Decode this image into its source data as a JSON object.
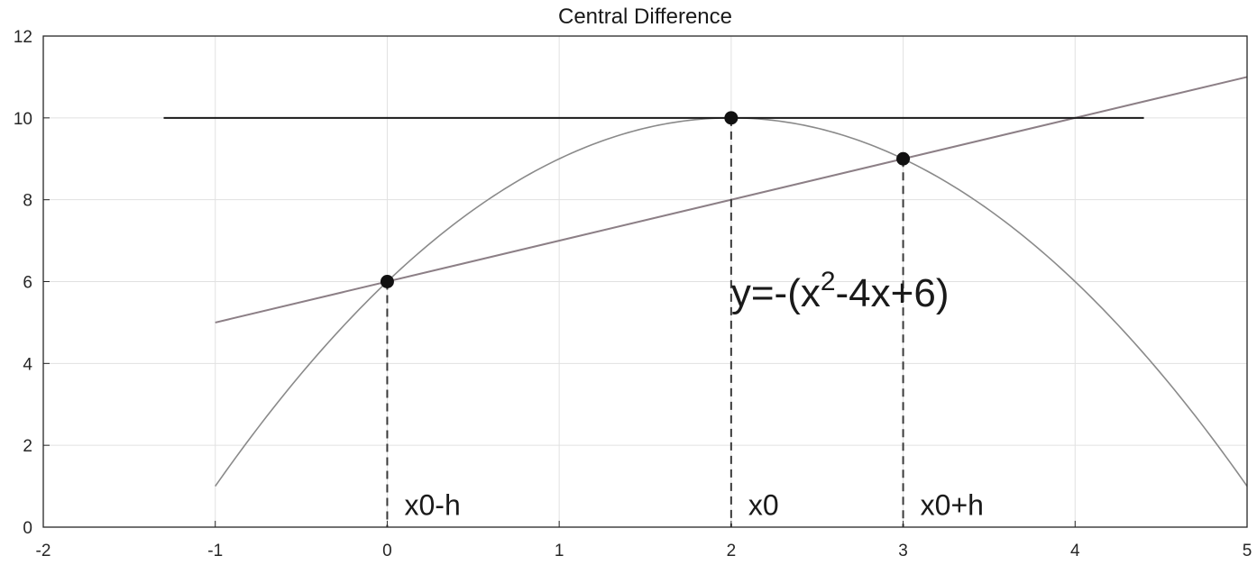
{
  "chart_data": {
    "type": "line",
    "title": "Central Difference",
    "xlabel": "",
    "ylabel": "",
    "xlim": [
      -2,
      5
    ],
    "ylim": [
      0,
      12
    ],
    "xticks": [
      -2,
      -1,
      0,
      1,
      2,
      3,
      4,
      5
    ],
    "yticks": [
      0,
      2,
      4,
      6,
      8,
      10,
      12
    ],
    "xtick_labels": [
      "-2",
      "-1",
      "0",
      "1",
      "2",
      "3",
      "4",
      "5"
    ],
    "ytick_labels": [
      "0",
      "2",
      "4",
      "6",
      "8",
      "10",
      "12"
    ],
    "grid": true,
    "series": [
      {
        "style": "curve",
        "color": "#8a8a8a",
        "function": "-(x^2-4x+6)+12",
        "x_range": [
          -1,
          5
        ]
      },
      {
        "style": "line",
        "color": "#8c7f86",
        "points": [
          [
            -1,
            5
          ],
          [
            5,
            11
          ]
        ]
      },
      {
        "style": "line",
        "color": "#1a1a1a",
        "points": [
          [
            -1.3,
            10
          ],
          [
            4.4,
            10
          ]
        ]
      }
    ],
    "points": [
      {
        "x": 0,
        "y": 6
      },
      {
        "x": 2,
        "y": 10
      },
      {
        "x": 3,
        "y": 9
      }
    ],
    "dashed_drops": [
      {
        "x": 0,
        "y": 6
      },
      {
        "x": 2,
        "y": 10
      },
      {
        "x": 3,
        "y": 9
      }
    ],
    "annotations": [
      {
        "text": "x0-h",
        "x": 0.1,
        "y": 0.3
      },
      {
        "text": "x0",
        "x": 2.1,
        "y": 0.3
      },
      {
        "text": "x0+h",
        "x": 3.1,
        "y": 0.3
      }
    ],
    "formula": {
      "prefix": "y=-(x",
      "sup": "2",
      "suffix": "-4x+6)",
      "x": 2.0,
      "y": 5.4
    }
  }
}
